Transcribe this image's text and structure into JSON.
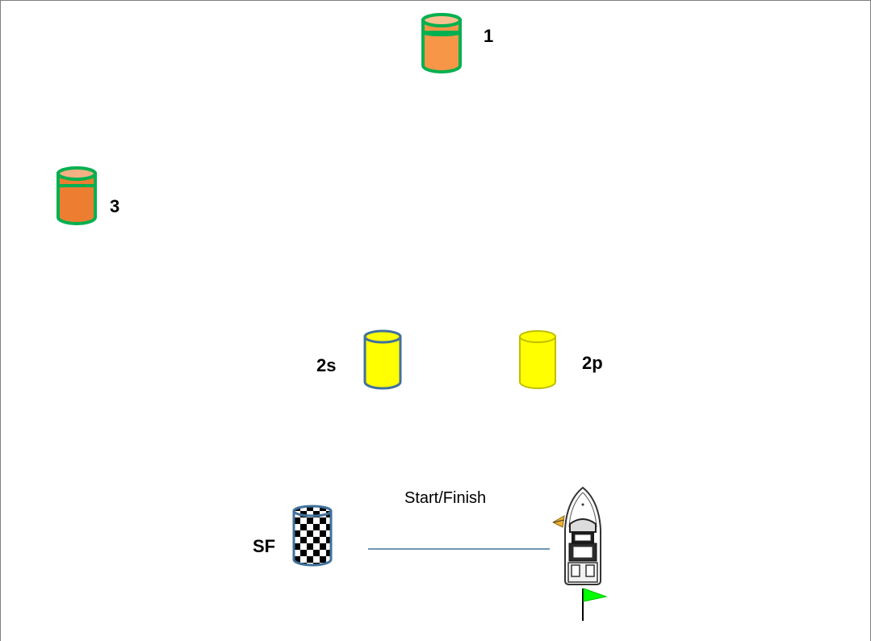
{
  "marks": {
    "mark_1": {
      "label": "1",
      "body_color": "#f79646",
      "top_color": "#fac08f",
      "outline_color": "#00b050"
    },
    "mark_3": {
      "label": "3",
      "body_color": "#ed7d31",
      "top_color": "#f4b183",
      "outline_color": "#00b050"
    },
    "mark_2s": {
      "label": "2s",
      "body_color": "#ffff00",
      "outline_color": "#41719c"
    },
    "mark_2p": {
      "label": "2p",
      "body_color": "#ffff00",
      "outline_color": "#bfbf00"
    },
    "mark_sf": {
      "label": "SF",
      "pattern": "checkered",
      "outline_color": "#41719c"
    }
  },
  "start_finish_line": {
    "caption": "Start/Finish",
    "color": "#41719c"
  },
  "committee_boat": {
    "icon": "motor-yacht-icon",
    "flag_icon": "green-flag-icon",
    "flag_color": "#00ff00"
  }
}
